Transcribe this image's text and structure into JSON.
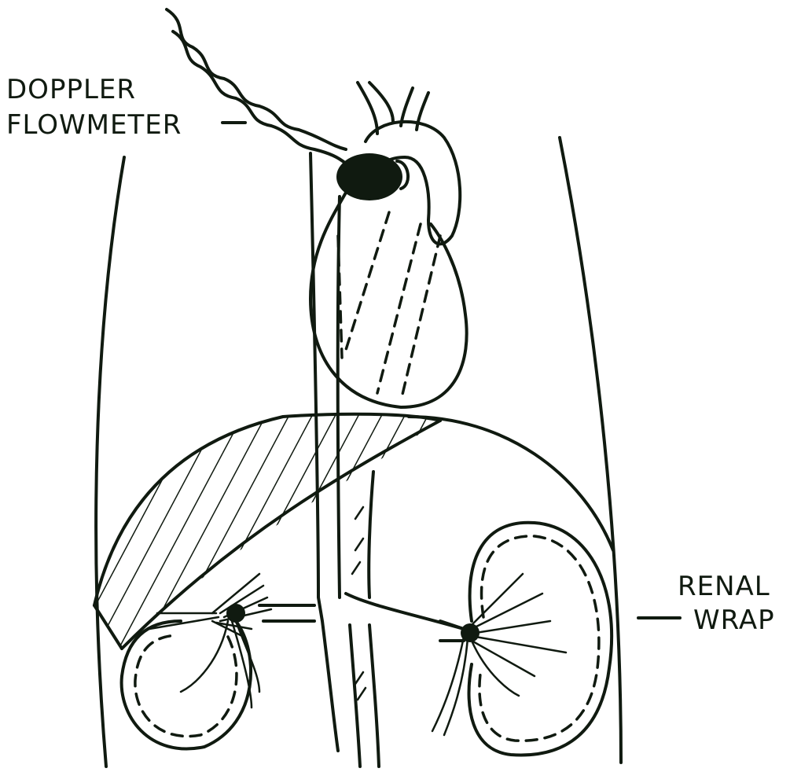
{
  "labels": {
    "doppler_line1": "DOPPLER",
    "doppler_line2": "FLOWMETER",
    "renal_line1": "RENAL",
    "renal_line2": "WRAP"
  },
  "colors": {
    "ink": "#101a10",
    "background": "#ffffff"
  }
}
